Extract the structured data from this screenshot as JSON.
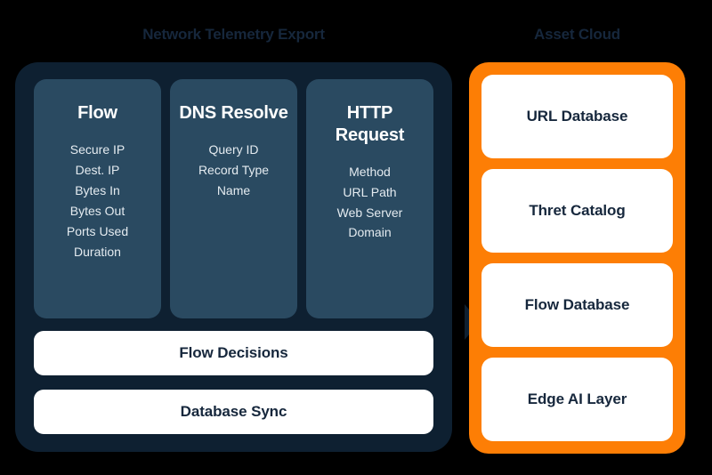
{
  "diagram": {
    "background_color": "#000000",
    "accent_dark": "#0e2031",
    "accent_card": "#2a4a61",
    "accent_orange": "#fd7e05",
    "accent_white": "#ffffff",
    "title_color": "#16273c"
  },
  "left_section": {
    "title": "Network Telemetry Export",
    "columns": [
      {
        "title": "Flow",
        "items": [
          "Secure IP",
          "Dest. IP",
          "Bytes In",
          "Bytes Out",
          "Ports Used",
          "Duration"
        ]
      },
      {
        "title": "DNS Resolve",
        "items": [
          "Query ID",
          "Record Type",
          "Name"
        ]
      },
      {
        "title": "HTTP Request",
        "items": [
          "Method",
          "URL Path",
          "Web Server\nDomain"
        ]
      }
    ],
    "bars": [
      {
        "label": "Flow Decisions"
      },
      {
        "label": "Database Sync"
      }
    ]
  },
  "right_section": {
    "title": "Asset Cloud",
    "cards": [
      {
        "label": "URL Database"
      },
      {
        "label": "Thret Catalog"
      },
      {
        "label": "Flow Database"
      },
      {
        "label": "Edge AI Layer"
      }
    ]
  }
}
